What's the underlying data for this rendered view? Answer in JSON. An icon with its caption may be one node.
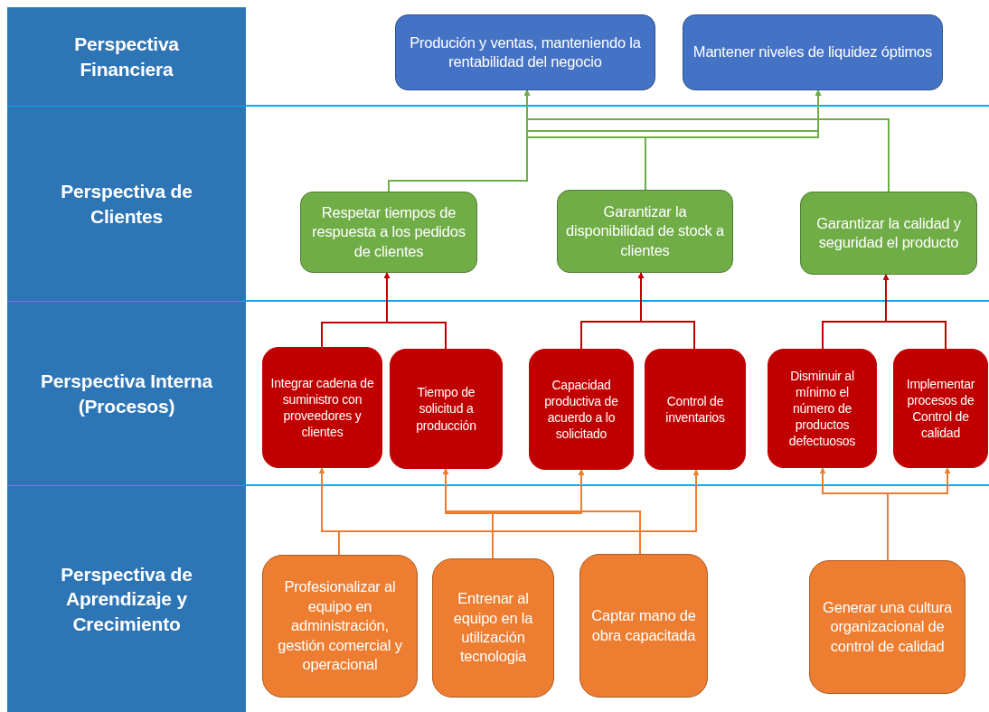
{
  "diagram": {
    "nodes": [
      {
        "text": [
          "Perspectiva Financiera"
        ]
      },
      {
        "text": [
          "Perspectiva de Clientes"
        ]
      },
      {
        "text": [
          "Perspectiva Interna (Procesos)"
        ]
      },
      {
        "text": [
          "Perspectiva de Aprendizaje y Crecimiento"
        ]
      },
      {
        "text": [
          "Produción y ventas, manteniendo la rentabilidad del negocio"
        ]
      },
      {
        "text": [
          "Mantener niveles de liquidez óptimos"
        ]
      },
      {
        "text": [
          "Respetar tiempos de respuesta a los pedidos de clientes"
        ]
      },
      {
        "text": [
          "Garantizar la disponibilidad de stock a clientes"
        ]
      },
      {
        "text": [
          "Garantizar la calidad y seguridad el producto"
        ]
      },
      {
        "text": [
          "Integrar cadena de suministro con proveedores y clientes"
        ]
      },
      {
        "text": [
          "Tiempo de solicitud a producción"
        ]
      },
      {
        "text": [
          "Capacidad productiva de acuerdo a lo solicitado"
        ]
      },
      {
        "text": [
          "Control de inventarios"
        ]
      },
      {
        "text": [
          "Disminuir al mínimo el número de productos defectuosos"
        ]
      },
      {
        "text": [
          "Implementar procesos de Control de calidad"
        ]
      },
      {
        "text": [
          "Profesionalizar al equipo en administración, gestión comercial y operacional"
        ]
      },
      {
        "text": [
          "Entrenar al equipo en la utilización tecnologia"
        ]
      },
      {
        "text": [
          "Captar mano de obra capacitada"
        ]
      },
      {
        "text": [
          "Generar una cultura organizacional de control de calidad"
        ]
      }
    ],
    "edges": [
      {
        "from": 6,
        "to": 4,
        "arrow": "to",
        "color": "#70ad47"
      },
      {
        "from": 6,
        "to": 5,
        "arrow": "to",
        "color": "#70ad47"
      },
      {
        "from": 7,
        "to": 4,
        "arrow": "to",
        "color": "#70ad47"
      },
      {
        "from": 7,
        "to": 5,
        "arrow": "to",
        "color": "#70ad47"
      },
      {
        "from": 8,
        "to": 4,
        "arrow": "to",
        "color": "#70ad47"
      },
      {
        "from": 8,
        "to": 5,
        "arrow": "to",
        "color": "#70ad47"
      },
      {
        "from": 9,
        "to": 6,
        "arrow": "to",
        "color": "#c00000"
      },
      {
        "from": 10,
        "to": 6,
        "arrow": "to",
        "color": "#c00000"
      },
      {
        "from": 11,
        "to": 7,
        "arrow": "to",
        "color": "#c00000"
      },
      {
        "from": 12,
        "to": 7,
        "arrow": "to",
        "color": "#c00000"
      },
      {
        "from": 13,
        "to": 8,
        "arrow": "to",
        "color": "#c00000"
      },
      {
        "from": 14,
        "to": 8,
        "arrow": "to",
        "color": "#c00000"
      },
      {
        "from": 15,
        "to": 9,
        "arrow": "to",
        "color": "#ed7d31"
      },
      {
        "from": 15,
        "to": 12,
        "arrow": "to",
        "color": "#ed7d31"
      },
      {
        "from": 16,
        "to": 10,
        "arrow": "to",
        "color": "#ed7d31"
      },
      {
        "from": 16,
        "to": 11,
        "arrow": "to",
        "color": "#ed7d31"
      },
      {
        "from": 17,
        "to": 10,
        "arrow": "to",
        "color": "#ed7d31"
      },
      {
        "from": 17,
        "to": 11,
        "arrow": "to",
        "color": "#ed7d31"
      },
      {
        "from": 18,
        "to": 13,
        "arrow": "to",
        "color": "#ed7d31"
      },
      {
        "from": 18,
        "to": 14,
        "arrow": "to",
        "color": "#ed7d31"
      }
    ]
  }
}
